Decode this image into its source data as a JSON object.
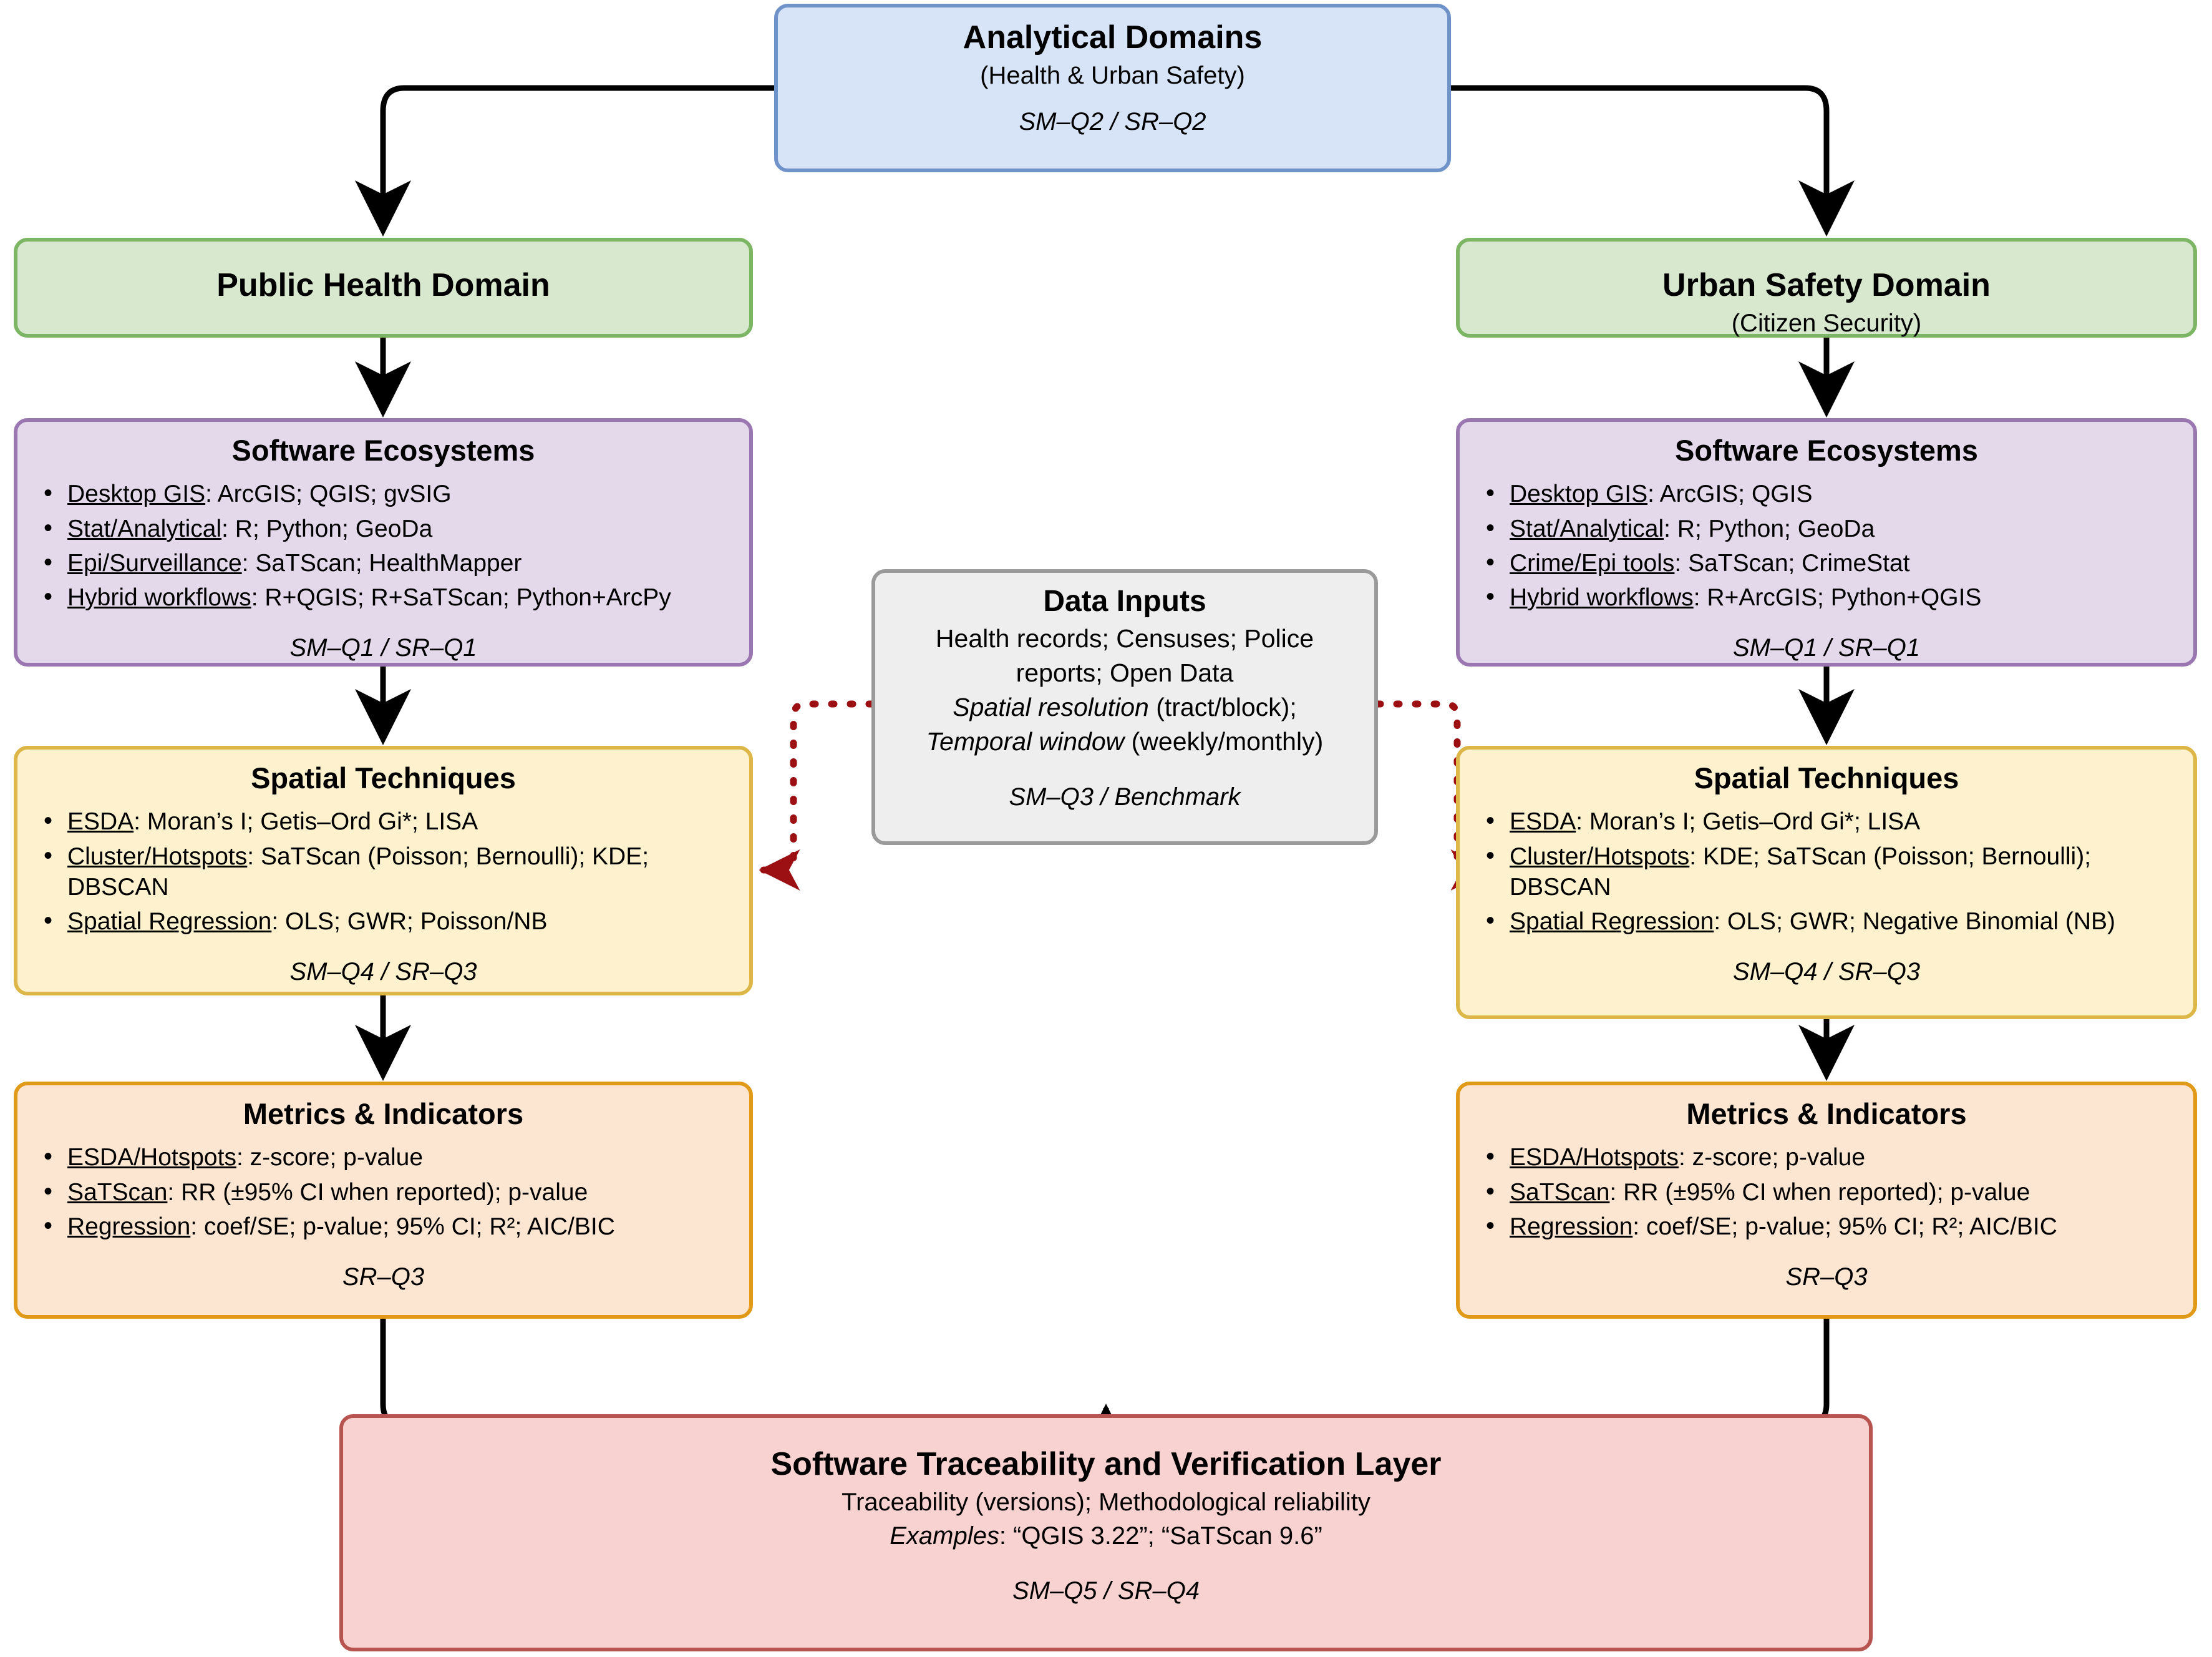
{
  "meta": {
    "colors": {
      "root_fill": "#d7e4f7",
      "root_border": "#6f93c9",
      "domain_fill": "#d7e8ce",
      "domain_border": "#7cb563",
      "software_fill": "#e4d8eb",
      "software_border": "#9a77b0",
      "techniques_fill": "#fdf2cd",
      "techniques_border": "#dcb646",
      "metrics_fill": "#fce6d1",
      "metrics_border": "#e09a17",
      "trace_fill": "#f7d2d0",
      "trace_border": "#b85450",
      "data_fill": "#eeeeee",
      "data_border": "#9a9a9a",
      "arrow_solid": "#000000",
      "arrow_dotted": "#9c1014"
    }
  },
  "root": {
    "title": "Analytical Domains",
    "subtitle": "(Health & Urban Safety)",
    "tag": "SM–Q2 / SR–Q2"
  },
  "left": {
    "domain": {
      "title": "Public Health Domain"
    },
    "software": {
      "title": "Software Ecosystems",
      "bullets": [
        {
          "label": "Desktop GIS",
          "text": ": ArcGIS; QGIS; gvSIG"
        },
        {
          "label": "Stat/Analytical",
          "text": ": R; Python; GeoDa"
        },
        {
          "label": "Epi/Surveillance",
          "text": ": SaTScan; HealthMapper"
        },
        {
          "label": "Hybrid workflows",
          "text": ": R+QGIS; R+SaTScan; Python+ArcPy"
        }
      ],
      "tag": "SM–Q1 / SR–Q1"
    },
    "techniques": {
      "title": "Spatial Techniques",
      "bullets": [
        {
          "label": "ESDA",
          "text": ": Moran’s I; Getis–Ord Gi*; LISA"
        },
        {
          "label": "Cluster/Hotspots",
          "text": ": SaTScan (Poisson; Bernoulli); KDE; DBSCAN"
        },
        {
          "label": "Spatial Regression",
          "text": ": OLS; GWR; Poisson/NB"
        }
      ],
      "tag": "SM–Q4 / SR–Q3"
    },
    "metrics": {
      "title": "Metrics & Indicators",
      "bullets": [
        {
          "label": "ESDA/Hotspots",
          "text": ": z-score; p-value"
        },
        {
          "label": "SaTScan",
          "text": ": RR (±95% CI when reported); p-value"
        },
        {
          "label": "Regression",
          "text": ": coef/SE; p-value; 95% CI; R²; AIC/BIC"
        }
      ],
      "tag": "SR–Q3"
    }
  },
  "right": {
    "domain": {
      "title": "Urban Safety Domain",
      "subtitle": "(Citizen Security)"
    },
    "software": {
      "title": "Software Ecosystems",
      "bullets": [
        {
          "label": "Desktop GIS",
          "text": ": ArcGIS; QGIS"
        },
        {
          "label": "Stat/Analytical",
          "text": ": R; Python; GeoDa"
        },
        {
          "label": "Crime/Epi tools",
          "text": ": SaTScan; CrimeStat"
        },
        {
          "label": "Hybrid workflows",
          "text": ": R+ArcGIS; Python+QGIS"
        }
      ],
      "tag": "SM–Q1 / SR–Q1"
    },
    "techniques": {
      "title": "Spatial Techniques",
      "bullets": [
        {
          "label": "ESDA",
          "text": ": Moran’s I; Getis–Ord Gi*; LISA"
        },
        {
          "label": "Cluster/Hotspots",
          "text": ": KDE; SaTScan (Poisson; Bernoulli); DBSCAN"
        },
        {
          "label": "Spatial Regression",
          "text": ": OLS; GWR; Negative Binomial (NB)"
        }
      ],
      "tag": "SM–Q4 / SR–Q3"
    },
    "metrics": {
      "title": "Metrics & Indicators",
      "bullets": [
        {
          "label": "ESDA/Hotspots",
          "text": ": z-score; p-value"
        },
        {
          "label": "SaTScan",
          "text": ": RR (±95% CI when reported); p-value"
        },
        {
          "label": "Regression",
          "text": ": coef/SE; p-value; 95% CI; R²; AIC/BIC"
        }
      ],
      "tag": "SR–Q3"
    }
  },
  "data_inputs": {
    "title": "Data Inputs",
    "line1": "Health records; Censuses; Police",
    "line2": "reports; Open Data",
    "line3_em": "Spatial resolution",
    "line3_rest": " (tract/block);",
    "line4_em": "Temporal window",
    "line4_rest": " (weekly/monthly)",
    "tag": "SM–Q3 / Benchmark"
  },
  "trace": {
    "title": "Software Traceability and Verification Layer",
    "line1": "Traceability (versions); Methodological reliability",
    "line2_em": "Examples",
    "line2_rest": ": “QGIS 3.22”; “SaTScan 9.6”",
    "tag": "SM–Q5 / SR–Q4"
  }
}
